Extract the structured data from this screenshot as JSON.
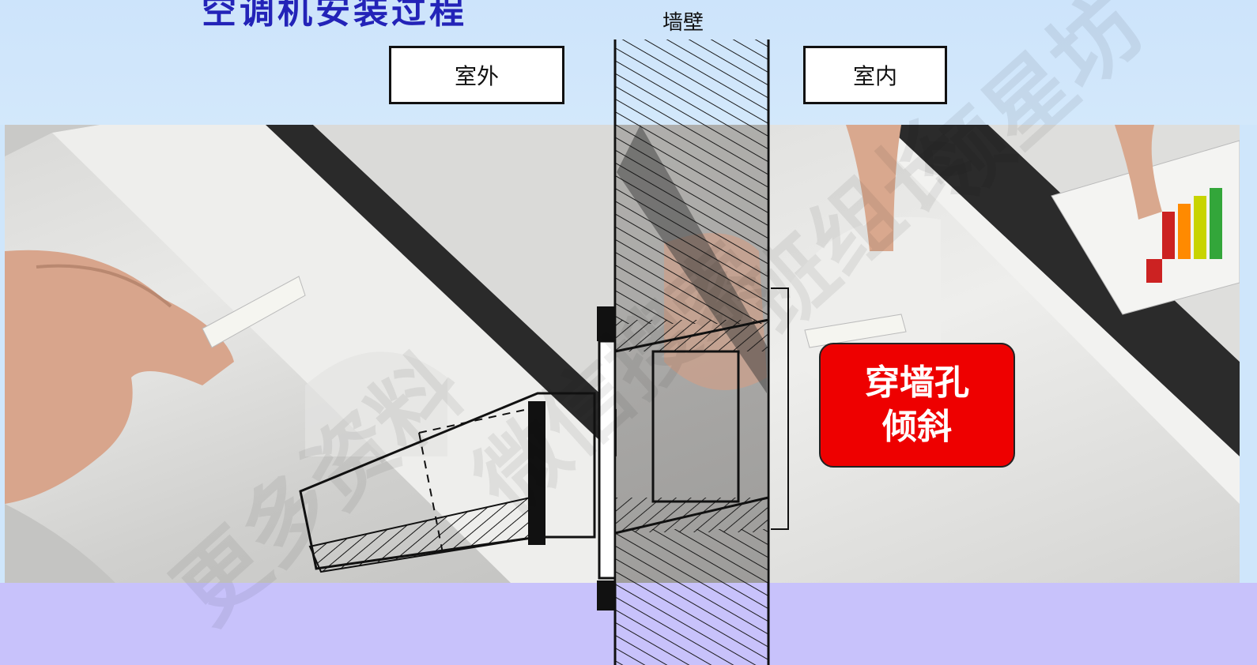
{
  "slide": {
    "title": "空调机安装过程",
    "wall_label": "墙壁",
    "outdoor_label": "室外",
    "indoor_label": "室内"
  },
  "callout": {
    "line1": "穿墙孔",
    "line2": "倾斜",
    "color": "#ee0000"
  },
  "watermark": {
    "text1": "更多资料",
    "text2": "微信搜索",
    "text3": "班组长",
    "text4": "领星坊"
  },
  "colors": {
    "title": "#2323b8",
    "top_band": "#cde4fb",
    "bottom_band": "#c8c2fb"
  }
}
